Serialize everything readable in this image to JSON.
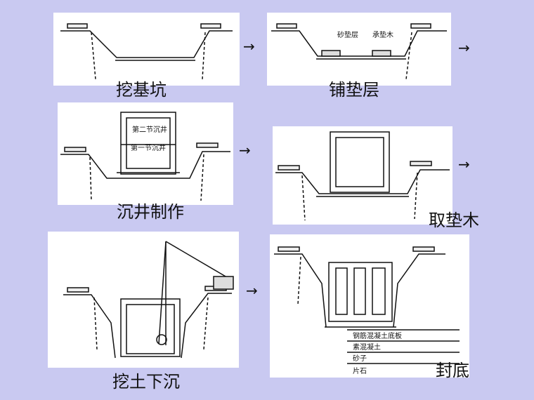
{
  "steps": [
    {
      "caption": "挖基坑"
    },
    {
      "caption": "铺垫层",
      "labels": {
        "sand": "砂垫层",
        "wood": "承垫木"
      }
    },
    {
      "caption": "沉井制作",
      "labels": {
        "second": "第二节沉井",
        "first": "第一节沉井"
      }
    },
    {
      "caption": "取垫木"
    },
    {
      "caption": "挖土下沉"
    },
    {
      "caption": "封底",
      "layers": [
        "钢筋混凝土底板",
        "素混凝土",
        "砂子",
        "片石"
      ]
    }
  ],
  "arrow_symbol": "→"
}
